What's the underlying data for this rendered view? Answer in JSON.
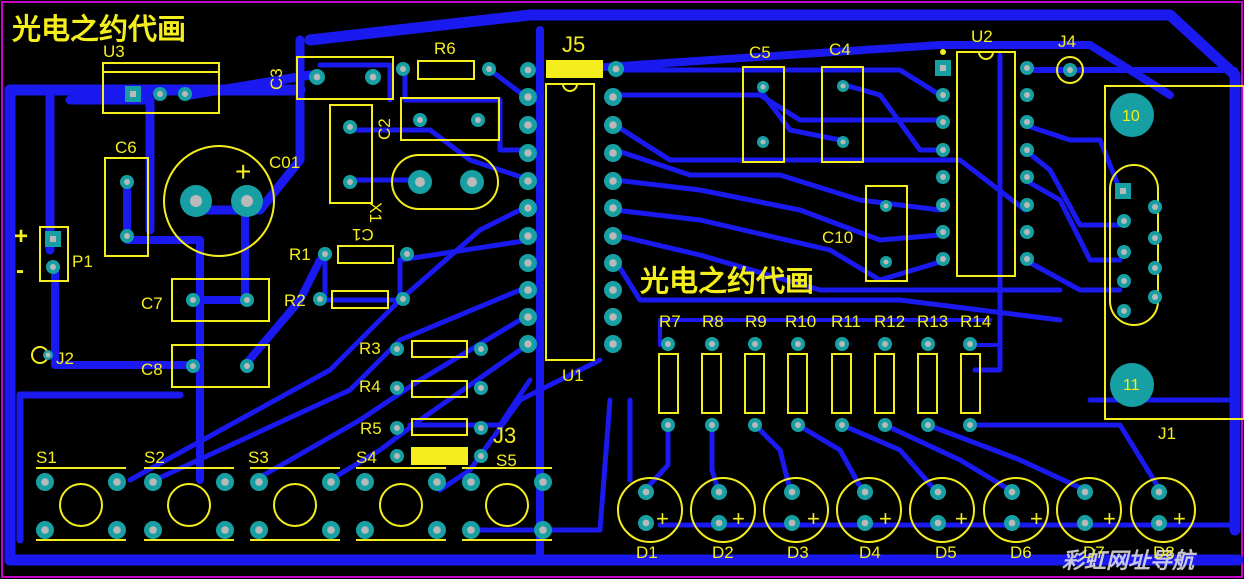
{
  "board": {
    "title_top": "光电之约代画",
    "title_mid": "光电之约代画",
    "watermark": "彩虹网址导航",
    "colors": {
      "background": "#000000",
      "trace": "#1a1af0",
      "silkscreen": "#f4ee1e",
      "pad": "#16a0a4",
      "drill": "#b9b9b9",
      "jumper": "#f4ee1e",
      "edge": "#c800c8"
    }
  },
  "labels": {
    "U3": "U3",
    "C3": "C3",
    "R6": "R6",
    "J5": "J5",
    "C5": "C5",
    "C4": "C4",
    "U2": "U2",
    "J4": "J4",
    "C6": "C6",
    "C01": "C01",
    "C01_plus": "+",
    "C2": "C2",
    "X1": "X1",
    "C1": "C1",
    "P1": "P1",
    "P1_plus": "+",
    "P1_minus": "-",
    "C10": "C10",
    "R1": "R1",
    "R2": "R2",
    "C7": "C7",
    "C8": "C8",
    "J2": "J2",
    "R3": "R3",
    "R4": "R4",
    "R5": "R5",
    "J3": "J3",
    "U1": "U1",
    "J1": "J1",
    "pad10": "10",
    "pad11": "11",
    "resistors": [
      "R7",
      "R8",
      "R9",
      "R10",
      "R11",
      "R12",
      "R13",
      "R14"
    ],
    "switches": [
      "S1",
      "S2",
      "S3",
      "S4",
      "S5"
    ],
    "leds": [
      "D1",
      "D2",
      "D3",
      "D4",
      "D5",
      "D6",
      "D7",
      "D8"
    ],
    "led_plus": "+"
  }
}
